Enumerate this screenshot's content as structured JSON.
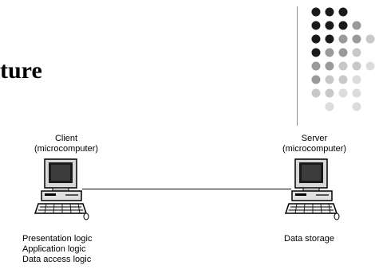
{
  "slide": {
    "title_fragment": "ture"
  },
  "client": {
    "label_line1": "Client",
    "label_line2": "(microcomputer)",
    "functions": [
      "Presentation logic",
      "Application logic",
      "Data access logic"
    ]
  },
  "server": {
    "label_line1": "Server",
    "label_line2": "(microcomputer)",
    "functions": [
      "Data storage"
    ]
  },
  "decor": {
    "dot_colors": {
      "dark": "#1a1a1a",
      "mid": "#9a9a9a",
      "light": "#c8c8c8",
      "pale": "#dcdcdc"
    }
  }
}
